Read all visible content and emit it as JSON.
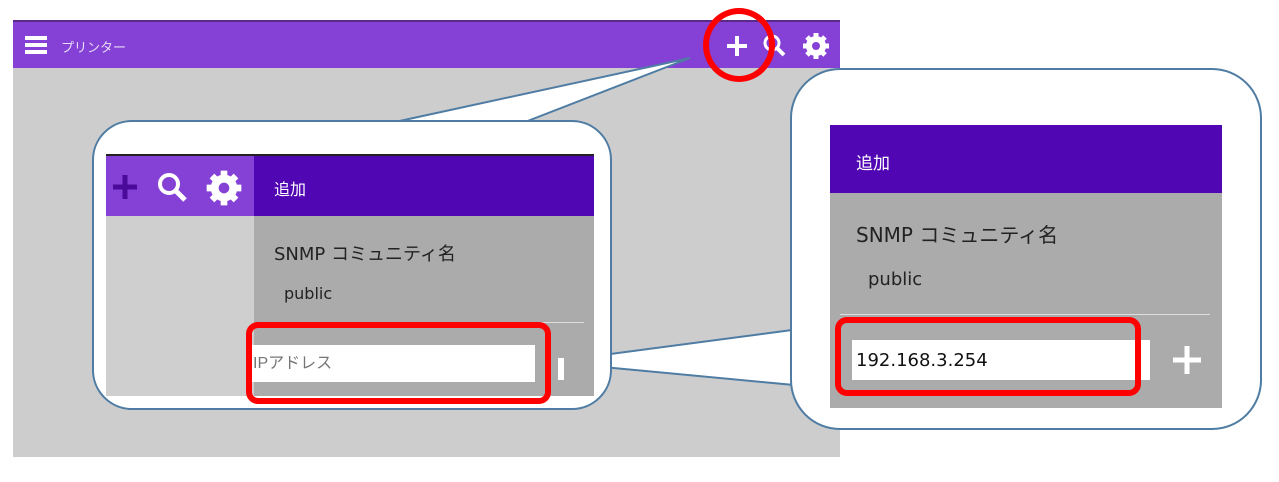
{
  "app": {
    "title": "プリンター",
    "icons": [
      "menu-icon",
      "add-icon",
      "search-icon",
      "gear-icon"
    ]
  },
  "zoom1": {
    "header": "追加",
    "snmp_label": "SNMP コミュニティ名",
    "snmp_value": "public",
    "ip_placeholder": "IPアドレス"
  },
  "zoom2": {
    "header": "追加",
    "snmp_label": "SNMP コミュニティ名",
    "snmp_value": "public",
    "ip_value": "192.168.3.254"
  },
  "colors": {
    "appbar": "#8540d6",
    "panel_header": "#5106b4",
    "highlight": "#ff0000",
    "callout_border": "#4e7ca3"
  }
}
